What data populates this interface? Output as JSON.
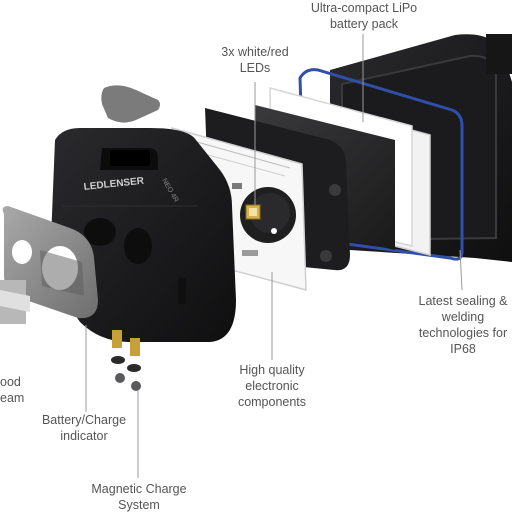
{
  "brand": {
    "name": "LEDLENSER",
    "model_text": "NEO 4R"
  },
  "callouts": {
    "battery": {
      "line1": "Ultra-compact LiPo",
      "line2": "battery pack"
    },
    "leds": {
      "line1": "3x white/red",
      "line2": "LEDs"
    },
    "sealing": {
      "line1": "Latest sealing &",
      "line2": "welding",
      "line3": "technologies for",
      "line4": "IP68"
    },
    "electronics": {
      "line1": "High quality",
      "line2": "electronic",
      "line3": "components"
    },
    "indicator": {
      "line1": "Battery/Charge",
      "line2": "indicator"
    },
    "charging": {
      "line1": "Magnetic Charge",
      "line2": "System"
    },
    "beam": {
      "line1": "ood",
      "line2": "eam"
    }
  },
  "colors": {
    "housing": "#1c1c1e",
    "housing_edge": "#2e2e31",
    "bezel": "#8a8a8a",
    "seal": "#2f4fa8",
    "spring": "#c8a03a",
    "label": "#555555"
  }
}
